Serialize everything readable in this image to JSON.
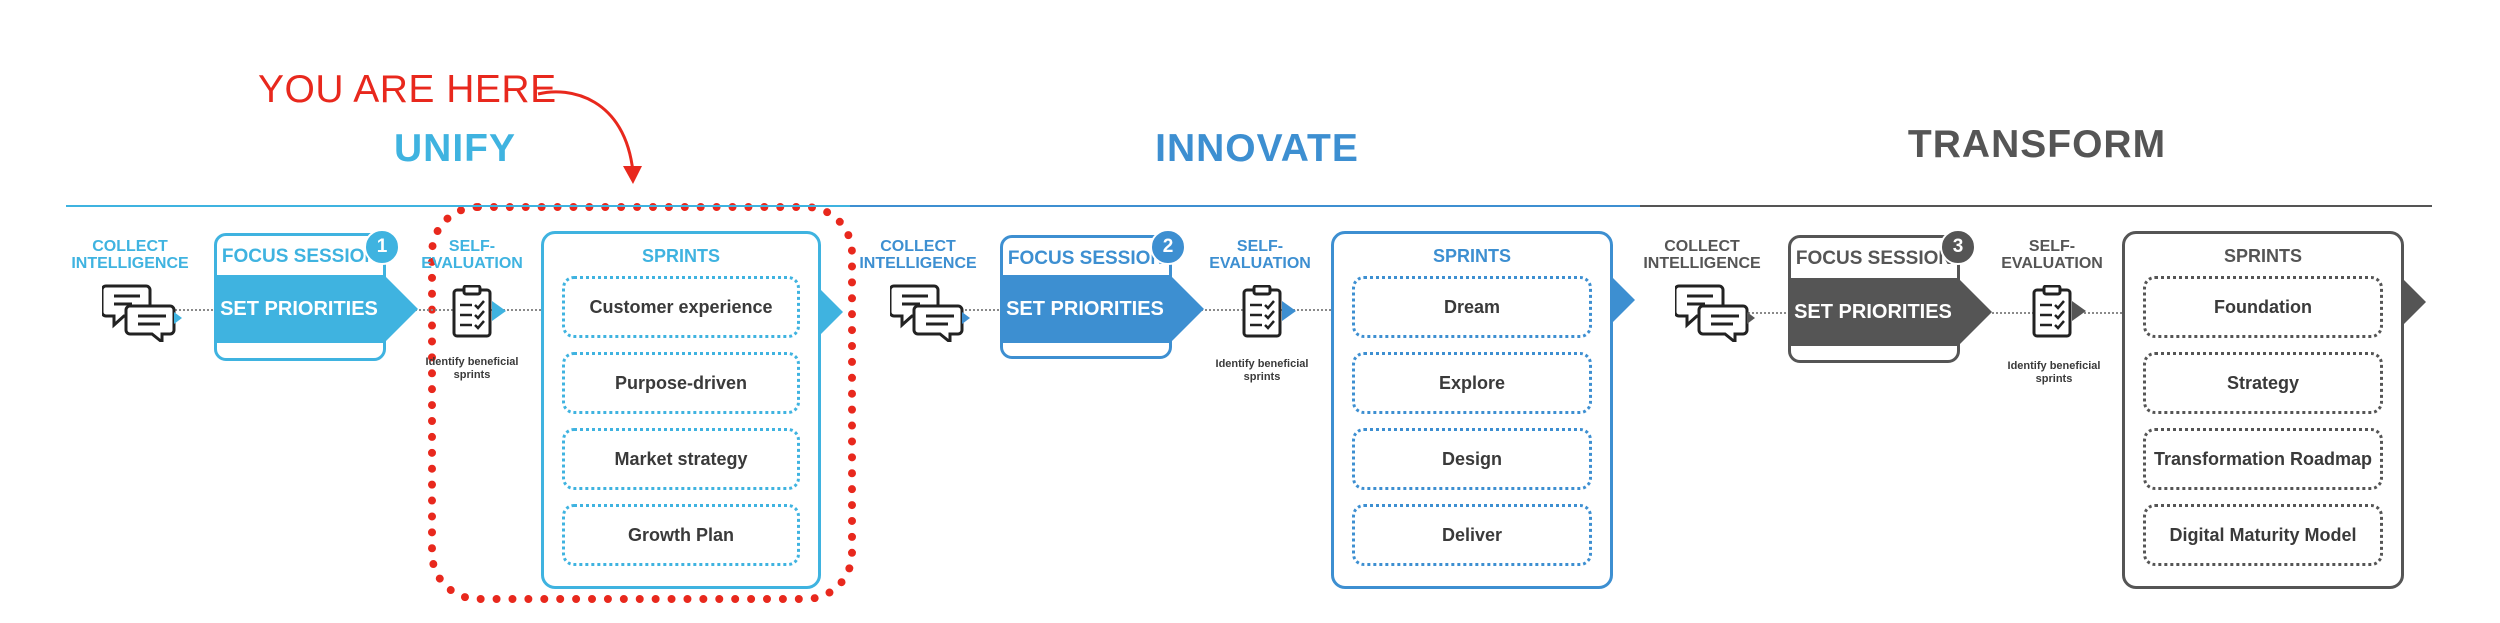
{
  "annotation": {
    "you_are_here": "YOU ARE HERE",
    "color": "#e8281d"
  },
  "colors": {
    "unify": "#3fb3e0",
    "innovate": "#3d8fd1",
    "transform": "#555555"
  },
  "phases": [
    {
      "title": "UNIFY",
      "collect": "COLLECT INTELLIGENCE",
      "focus": "FOCUS SESSION",
      "badge": "1",
      "set": "SET PRIORITIES",
      "self_eval": "SELF-EVALUATION",
      "caption": "Identify beneficial sprints",
      "sprints_title": "SPRINTS",
      "sprints": [
        "Customer experience",
        "Purpose-driven",
        "Market strategy",
        "Growth Plan"
      ]
    },
    {
      "title": "INNOVATE",
      "collect": "COLLECT INTELLIGENCE",
      "focus": "FOCUS SESSION",
      "badge": "2",
      "set": "SET PRIORITIES",
      "self_eval": "SELF-EVALUATION",
      "caption": "Identify beneficial sprints",
      "sprints_title": "SPRINTS",
      "sprints": [
        "Dream",
        "Explore",
        "Design",
        "Deliver"
      ]
    },
    {
      "title": "TRANSFORM",
      "collect": "COLLECT INTELLIGENCE",
      "focus": "FOCUS SESSION",
      "badge": "3",
      "set": "SET PRIORITIES",
      "self_eval": "SELF-EVALUATION",
      "caption": "Identify beneficial sprints",
      "sprints_title": "SPRINTS",
      "sprints": [
        "Foundation",
        "Strategy",
        "Transformation Roadmap",
        "Digital Maturity Model"
      ]
    }
  ]
}
